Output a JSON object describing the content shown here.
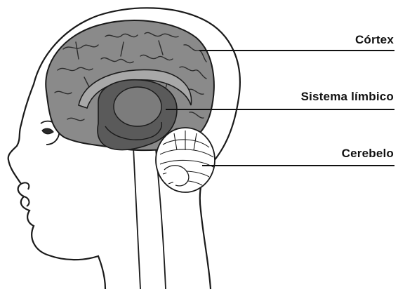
{
  "labels": {
    "cortex": "Córtex",
    "limbic_system": "Sistema límbico",
    "cerebellum": "Cerebelo"
  },
  "colors": {
    "outline": "#1a1a1a",
    "cortex_fill": "#8a8a8a",
    "limbic_fill": "#5a5a5a",
    "leader_line": "#111111",
    "background": "#ffffff"
  }
}
